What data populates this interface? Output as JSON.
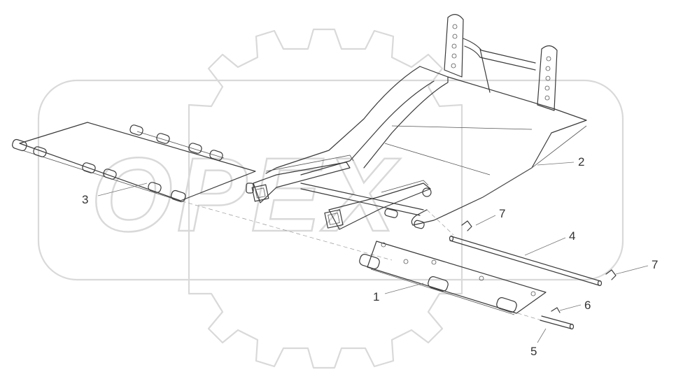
{
  "watermark": {
    "text": "OPEX"
  },
  "callouts": [
    {
      "id": "1",
      "label": "1"
    },
    {
      "id": "2",
      "label": "2"
    },
    {
      "id": "3",
      "label": "3"
    },
    {
      "id": "4",
      "label": "4"
    },
    {
      "id": "5",
      "label": "5"
    },
    {
      "id": "6",
      "label": "6"
    },
    {
      "id": "7a",
      "label": "7"
    },
    {
      "id": "7b",
      "label": "7"
    }
  ]
}
